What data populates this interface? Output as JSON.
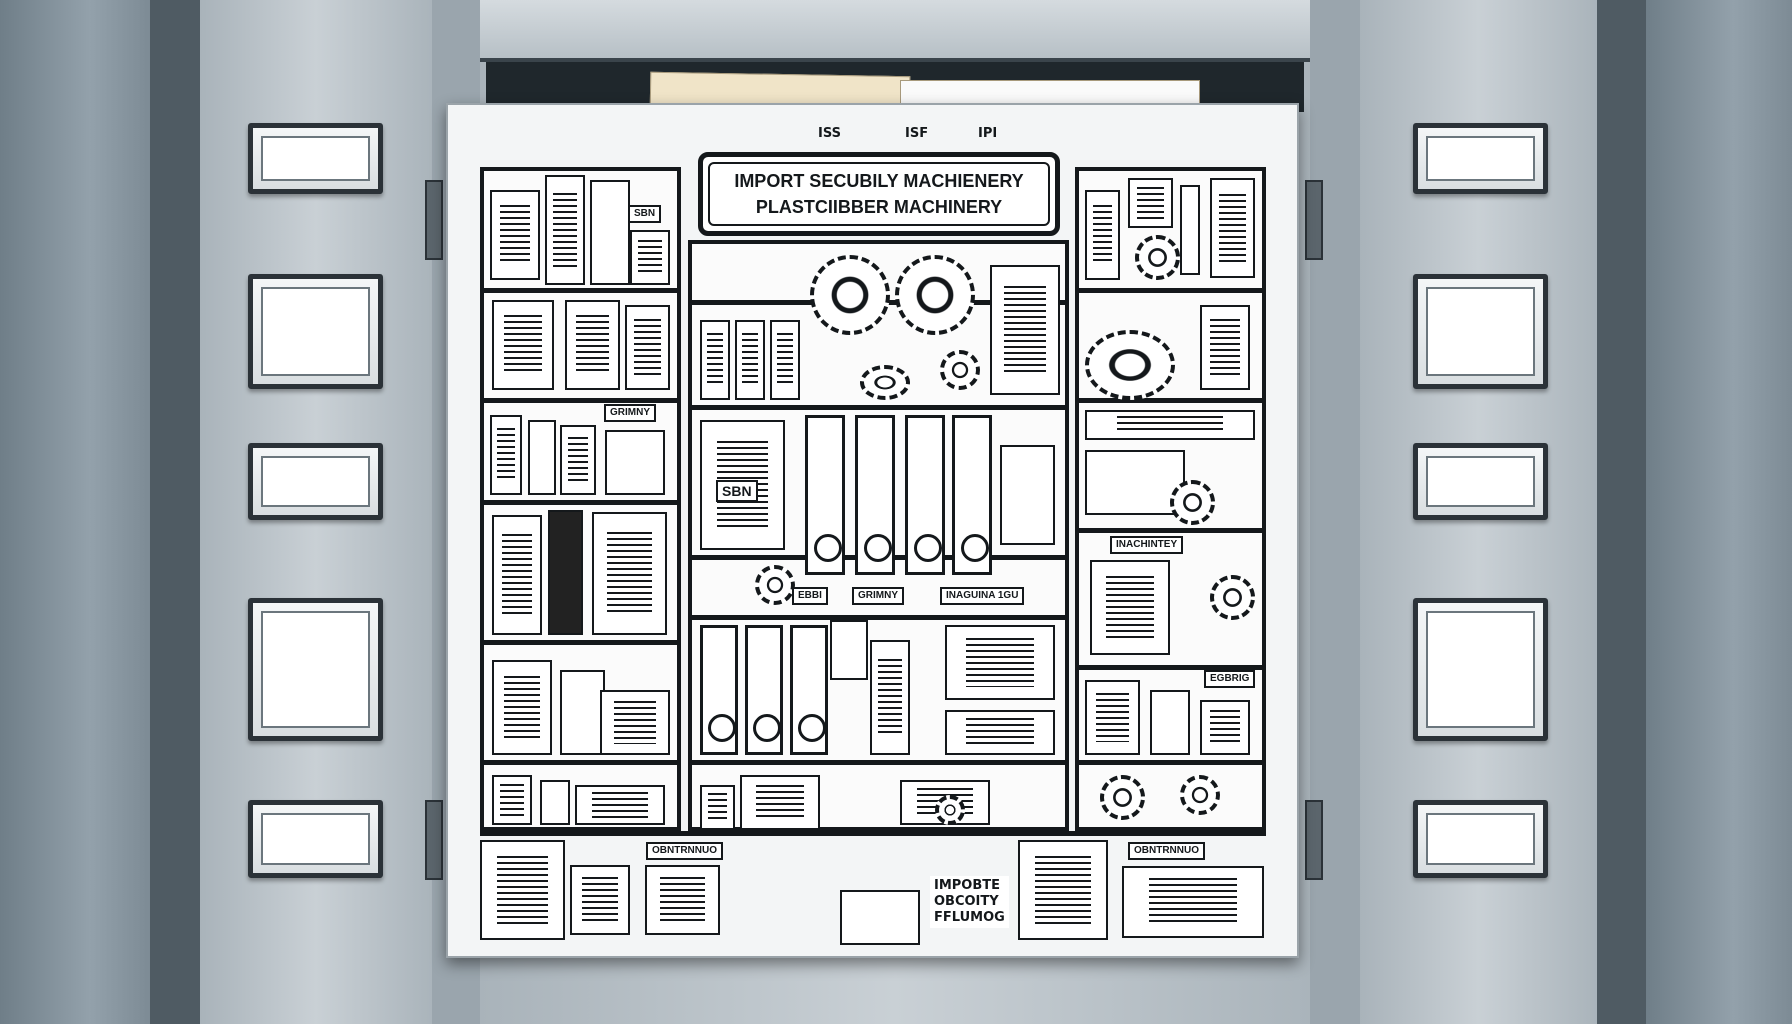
{
  "scene": "filing-cabinet",
  "colors": {
    "cabinet": "#b7c0c6",
    "ink": "#14181b",
    "poster": "#f3f5f6",
    "folder": "#f0e4c8"
  },
  "banner": {
    "line1": "IMPORT SECUBILY MACHIENERY",
    "line2": "PLASTCIIBBER MACHINERY"
  },
  "top_tabs": [
    "ISS",
    "ISF",
    "IPI"
  ],
  "labels": [
    "SBN",
    "SBN",
    "GRIMNY",
    "INACHINTEY",
    "EBBI",
    "GRIMNY",
    "INAGUINA 1GU",
    "EGBRIG",
    "OBNTRNNUO",
    "OBNTRNNUO"
  ],
  "note": {
    "line1": "IMPOBTE",
    "line2": "OBCOITY",
    "line3": "FFLUMOG"
  }
}
